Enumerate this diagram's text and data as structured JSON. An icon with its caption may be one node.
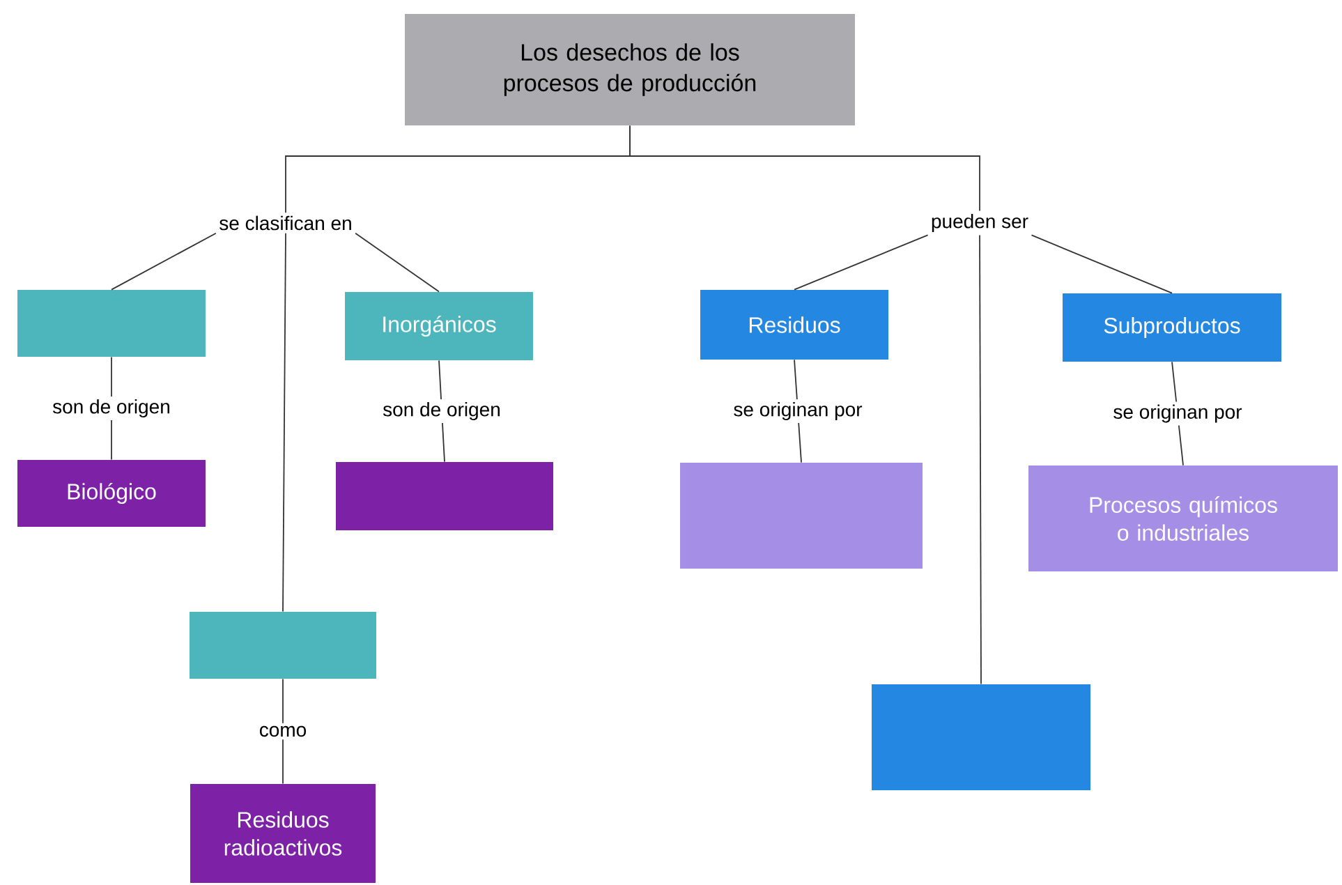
{
  "diagram": {
    "nodes": [
      {
        "text": [
          "Los desechos de los procesos de producción"
        ]
      },
      {
        "text": [
          "se clasifican en"
        ]
      },
      {
        "text": [
          "pueden ser"
        ]
      },
      {
        "text": [],
        "shape": "box"
      },
      {
        "text": [
          "Inorgánicos"
        ]
      },
      {
        "text": [
          "Residuos"
        ]
      },
      {
        "text": [
          "Subproductos"
        ]
      },
      {
        "text": [
          "Biológico"
        ]
      },
      {
        "text": [],
        "shape": "box"
      },
      {
        "text": [],
        "shape": "box"
      },
      {
        "text": [
          "Procesos químicos o industriales"
        ]
      },
      {
        "text": [],
        "shape": "box"
      },
      {
        "text": [],
        "shape": "box"
      },
      {
        "text": [
          "Residuos radioactivos"
        ]
      }
    ],
    "edges": [
      {
        "from": 0,
        "to": 1,
        "arrow": "none"
      },
      {
        "from": 0,
        "to": 2,
        "arrow": "none"
      },
      {
        "from": 1,
        "to": 3,
        "arrow": "none"
      },
      {
        "from": 1,
        "to": 4,
        "arrow": "none"
      },
      {
        "from": 1,
        "to": 11,
        "arrow": "none"
      },
      {
        "from": 2,
        "to": 5,
        "arrow": "none"
      },
      {
        "from": 2,
        "to": 12,
        "arrow": "none"
      },
      {
        "from": 2,
        "to": 6,
        "arrow": "none"
      },
      {
        "from": 3,
        "to": 7,
        "arrow": "none",
        "label": "son de origen"
      },
      {
        "from": 4,
        "to": 8,
        "arrow": "none",
        "label": "son de origen"
      },
      {
        "from": 5,
        "to": 9,
        "arrow": "none",
        "label": "se originan por"
      },
      {
        "from": 6,
        "to": 10,
        "arrow": "none",
        "label": "se originan por"
      },
      {
        "from": 11,
        "to": 13,
        "arrow": "none",
        "label": "como"
      }
    ]
  }
}
